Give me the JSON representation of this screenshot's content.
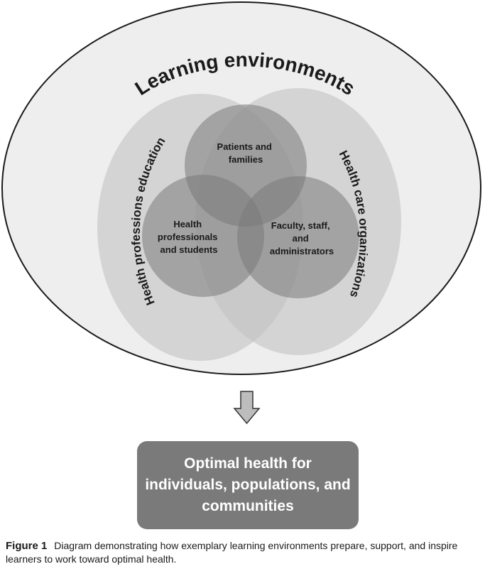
{
  "outer_label": "Learning environments",
  "left_arc_label": "Health professions education",
  "right_arc_label": "Health care organizations",
  "circles": {
    "top": [
      "Patients and",
      "families"
    ],
    "left": [
      "Health",
      "professionals",
      "and students"
    ],
    "right": [
      "Faculty, staff,",
      "and",
      "administrators"
    ]
  },
  "outcome": {
    "lines": [
      "Optimal health for",
      "individuals, populations, and",
      "communities"
    ]
  },
  "caption": {
    "label": "Figure 1",
    "text": "Diagram demonstrating how exemplary learning environments prepare, support, and inspire learners to work toward optimal health."
  }
}
